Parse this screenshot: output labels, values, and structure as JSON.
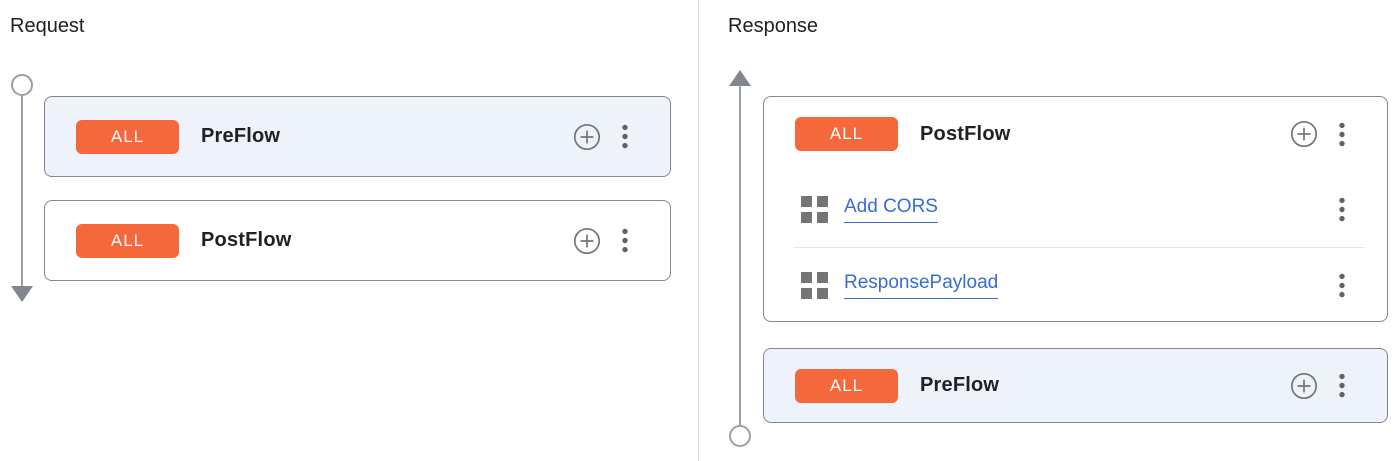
{
  "colors": {
    "accent-orange": "#f4683c",
    "highlight-bg": "#edf2fb",
    "card-border": "#82878d",
    "link-blue": "#3a6bd2",
    "timeline-gray": "#9aa0a6",
    "arrow-gray": "#82878d",
    "text-dark": "#202124",
    "divider": "#dadce0"
  },
  "icons": {
    "plus-circle-icon": "circled plus (add policy step)",
    "kebab-menu-icon": "vertical three-dot more-options menu",
    "policy-grid-icon": "2x2 grid policy drag handle",
    "timeline-arrow": "flow direction arrow",
    "timeline-circle": "flow endpoint circle"
  },
  "request_panel": {
    "title": "Request",
    "preflow": {
      "badge": "ALL",
      "name": "PreFlow"
    },
    "postflow": {
      "badge": "ALL",
      "name": "PostFlow"
    }
  },
  "response_panel": {
    "title": "Response",
    "postflow": {
      "badge": "ALL",
      "name": "PostFlow",
      "policies": [
        {
          "name": "Add CORS"
        },
        {
          "name": "ResponsePayload"
        }
      ]
    },
    "preflow": {
      "badge": "ALL",
      "name": "PreFlow"
    }
  }
}
